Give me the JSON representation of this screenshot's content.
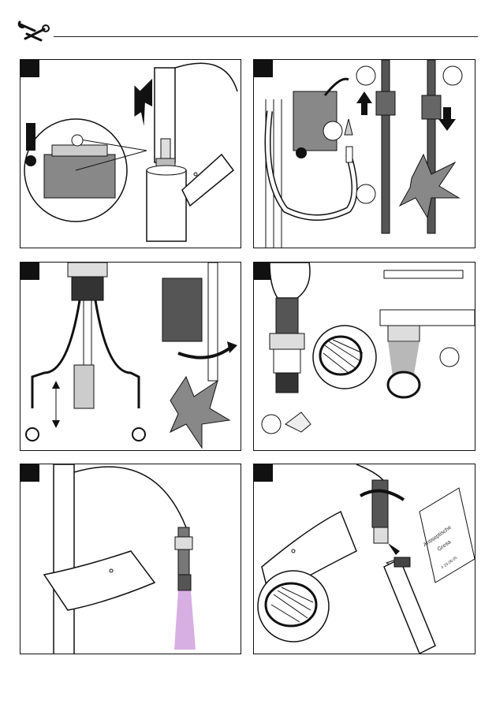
{
  "header": {
    "icon": "tools-icon"
  },
  "grease_pack": {
    "line1": "Antiseptische",
    "line2": "Gresa",
    "code": "# 23.06.05"
  },
  "colors": {
    "ink": "#111111",
    "gray_fill": "#d6d6d6",
    "dark_fill": "#555555",
    "purple_spray": "#b060c8"
  }
}
